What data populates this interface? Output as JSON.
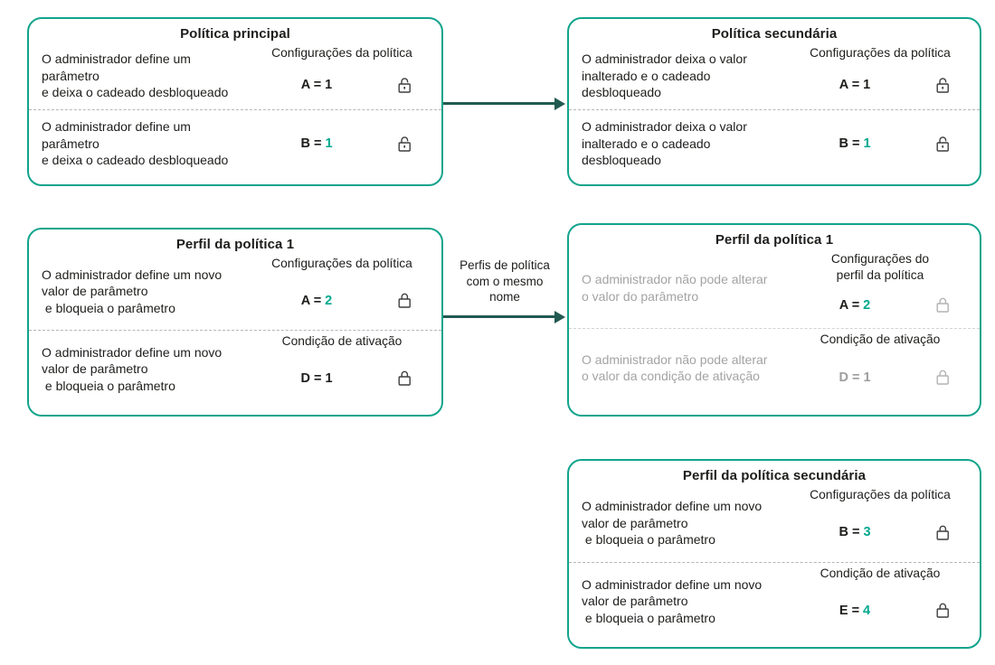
{
  "colors": {
    "box_border_teal": "#12a48c",
    "accent_teal": "#00a88e",
    "arrow_dark_teal": "#215a51",
    "text_dark": "#1d1d1b",
    "muted_gray": "#a3a3a3"
  },
  "arrow_label": "Perfis de política\ncom o mesmo\nnome",
  "boxes": [
    {
      "title": "Política principal",
      "sections": [
        {
          "header": "Configurações da política",
          "description": "O administrador define um\nparâmetro\ne deixa o cadeado desbloqueado",
          "param_label": "A =",
          "value": "1",
          "value_accent": false,
          "value_muted": false,
          "muted": false,
          "lock": "unlocked"
        },
        {
          "description": "O administrador define um\nparâmetro\ne deixa o cadeado desbloqueado",
          "param_label": "B =",
          "value": "1",
          "value_accent": true,
          "value_muted": false,
          "muted": false,
          "lock": "unlocked"
        }
      ]
    },
    {
      "title": "Política secundária",
      "sections": [
        {
          "header": "Configurações da política",
          "description": "O administrador deixa o valor\ninalterado e o cadeado\ndesbloqueado",
          "param_label": "A =",
          "value": "1",
          "value_accent": false,
          "value_muted": false,
          "muted": false,
          "lock": "unlocked"
        },
        {
          "description": "O administrador deixa o valor\ninalterado e o cadeado\ndesbloqueado",
          "param_label": "B =",
          "value": "1",
          "value_accent": true,
          "value_muted": false,
          "muted": false,
          "lock": "unlocked"
        }
      ]
    },
    {
      "title": "Perfil da política 1",
      "sections": [
        {
          "header": "Configurações da política",
          "description": "O administrador define um novo\nvalor de parâmetro\n e bloqueia o parâmetro",
          "param_label": "A =",
          "value": "2",
          "value_accent": true,
          "value_muted": false,
          "muted": false,
          "lock": "locked"
        },
        {
          "header": "Condição de ativação",
          "description": "O administrador define um novo\nvalor de parâmetro\n e bloqueia o parâmetro",
          "param_label": "D =",
          "value": "1",
          "value_accent": false,
          "value_muted": false,
          "muted": false,
          "lock": "locked"
        }
      ]
    },
    {
      "title": "Perfil da política 1",
      "sections": [
        {
          "header": "Configurações do\nperfil da política",
          "description": "O administrador não pode alterar\no valor do parâmetro",
          "param_label": "A =",
          "value": "2",
          "value_accent": true,
          "value_muted": false,
          "muted": true,
          "lock": "locked"
        },
        {
          "header": "Condição de ativação",
          "description": "O administrador não pode alterar\no valor da condição de ativação",
          "param_label": "D =",
          "value": "1",
          "value_accent": false,
          "value_muted": true,
          "muted": true,
          "lock": "locked"
        }
      ]
    },
    {
      "title": "Perfil da política secundária",
      "sections": [
        {
          "header": "Configurações da política",
          "description": "O administrador define um novo\nvalor de parâmetro\n e bloqueia o parâmetro",
          "param_label": "B =",
          "value": "3",
          "value_accent": true,
          "value_muted": false,
          "muted": false,
          "lock": "locked"
        },
        {
          "header": "Condição de ativação",
          "description": "O administrador define um novo\nvalor de parâmetro\n e bloqueia o parâmetro",
          "param_label": "E =",
          "value": "4",
          "value_accent": true,
          "value_muted": false,
          "muted": false,
          "lock": "locked"
        }
      ]
    }
  ]
}
